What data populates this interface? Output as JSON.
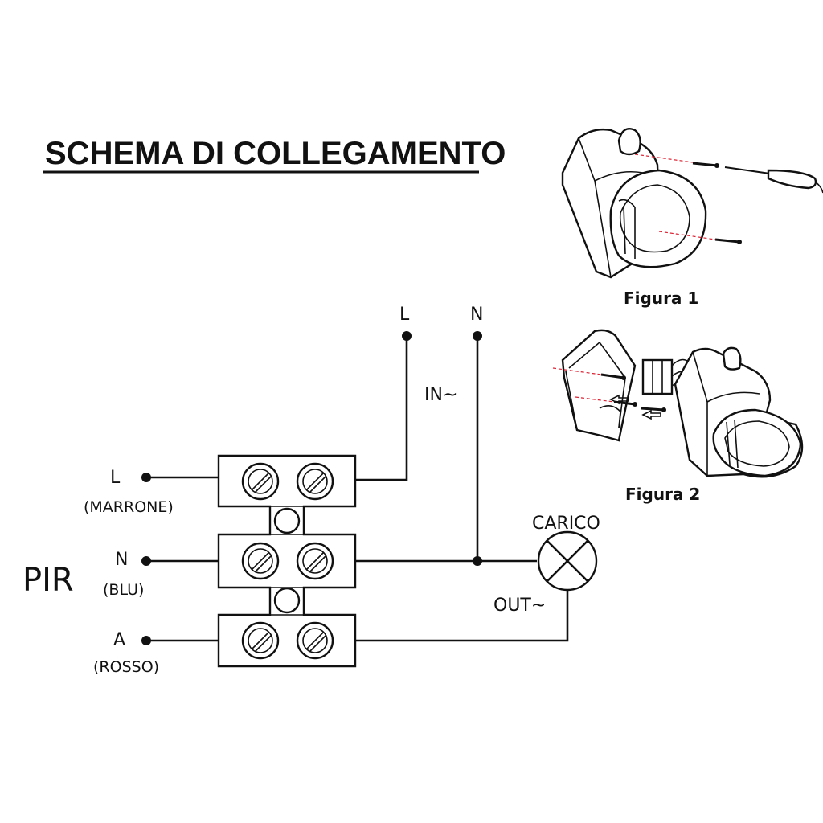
{
  "title": "SCHEMA DI COLLEGAMENTO",
  "device_label": "PIR",
  "supply": {
    "l_label": "L",
    "n_label": "N",
    "in_label": "IN~"
  },
  "terminals": {
    "l": {
      "label": "L",
      "color": "(MARRONE)"
    },
    "n": {
      "label": "N",
      "color": "(BLU)"
    },
    "a": {
      "label": "A",
      "color": "(ROSSO)"
    }
  },
  "load": {
    "label": "CARICO",
    "out_label": "OUT~"
  },
  "figures": {
    "figura1": "Figura 1",
    "figura2": "Figura 2"
  }
}
